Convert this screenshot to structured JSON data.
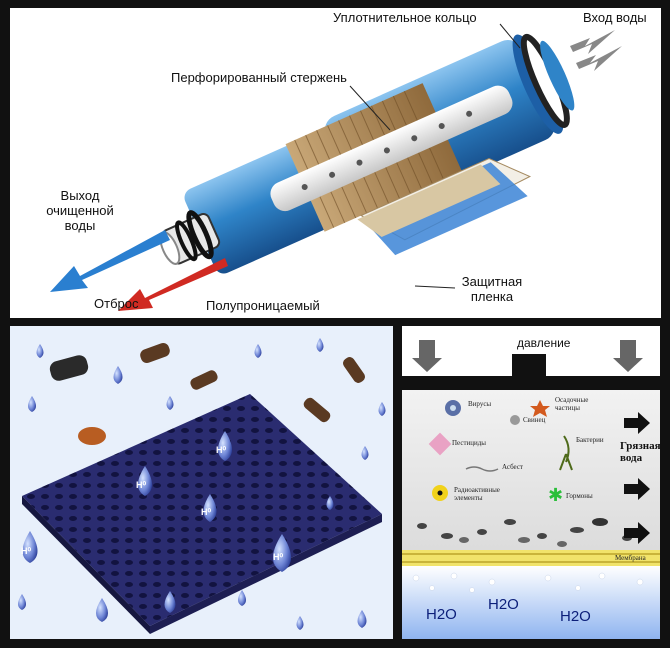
{
  "top_panel": {
    "labels": {
      "ring": "Уплотнительное кольцо",
      "water_in": "Вход воды",
      "perforated": "Перфорированный стержень",
      "clean_out_1": "Выход",
      "clean_out_2": "очищенной",
      "clean_out_3": "воды",
      "drain": "Отброс",
      "membrane": "Полупроницаемый",
      "film_1": "Защитная",
      "film_2": "пленка"
    }
  },
  "membrane_panel": {
    "drop_label": "H⁰"
  },
  "pressure_panel": {
    "pressure": "давление",
    "contaminants": {
      "viruses": "Вирусы",
      "sediment_1": "Осадочные",
      "sediment_2": "частицы",
      "lead": "Свинец",
      "pesticides": "Пестициды",
      "bacteria": "Бактерии",
      "asbestos": "Асбест",
      "radioactive_1": "Радиоактивные",
      "radioactive_2": "элементы",
      "hormones": "Гормоны"
    },
    "dirty_water_1": "Грязная",
    "dirty_water_2": "вода",
    "membrane": "Мембрана",
    "h2o": "H2O"
  },
  "colors": {
    "filter_blue": "#2f84c8",
    "arrow_clean": "#2a7fd0",
    "arrow_drain": "#d02a22",
    "membrane_navy": "#2a2c70",
    "membrane_yellow": "#f1e36a",
    "water_blue": "#7aa8e8"
  }
}
